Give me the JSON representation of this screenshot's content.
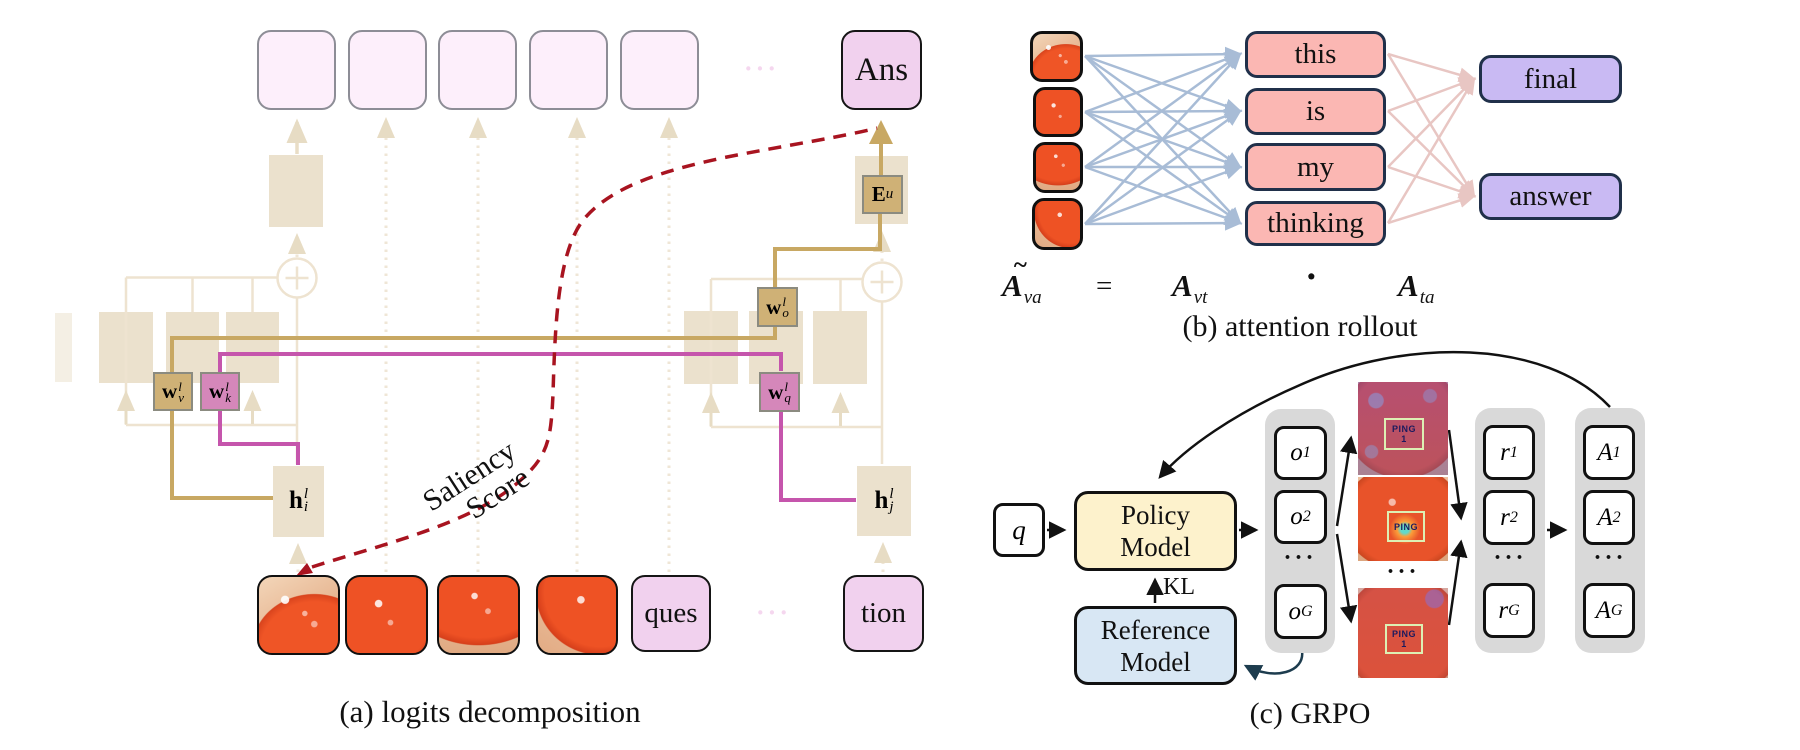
{
  "figure": {
    "panel_a": {
      "caption": "(a) logits decomposition",
      "ans": "Ans",
      "ques": "ques",
      "tion": "tion",
      "dots_top": "···",
      "dots_bottom": "···",
      "saliency_line1": "Saliency",
      "saliency_line2": "Score",
      "wv": {
        "base": "w",
        "sup": "l",
        "sub": "v"
      },
      "wk": {
        "base": "w",
        "sup": "l",
        "sub": "k"
      },
      "wo": {
        "base": "w",
        "sup": "l",
        "sub": "o"
      },
      "wq": {
        "base": "w",
        "sup": "l",
        "sub": "q"
      },
      "eu": {
        "base": "E",
        "sub": "u"
      },
      "hi": {
        "base": "h",
        "sup": "l",
        "sub": "i"
      },
      "hj": {
        "base": "h",
        "sup": "l",
        "sub": "j"
      }
    },
    "panel_b": {
      "caption": "(b) attention rollout",
      "words": [
        "this",
        "is",
        "my",
        "thinking"
      ],
      "outputs": [
        "final",
        "answer"
      ],
      "formula": {
        "lhs_tilde": "~",
        "lhs_base": "A",
        "lhs_sub": "va",
        "equals": "=",
        "term1_base": "A",
        "term1_sub": "vt",
        "dot": "·",
        "term2_base": "A",
        "term2_sub": "ta"
      }
    },
    "panel_c": {
      "caption": "(c) GRPO",
      "query": "q",
      "policy_line1": "Policy",
      "policy_line2": "Model",
      "reference_line1": "Reference",
      "reference_line2": "Model",
      "kl": "KL",
      "o": [
        {
          "base": "o",
          "sub": "1"
        },
        {
          "base": "o",
          "sub": "2"
        },
        {
          "base": "o",
          "sub": "G"
        }
      ],
      "r": [
        {
          "base": "r",
          "sub": "1"
        },
        {
          "base": "r",
          "sub": "2"
        },
        {
          "base": "r",
          "sub": "G"
        }
      ],
      "a": [
        {
          "base": "A",
          "sub": "1"
        },
        {
          "base": "A",
          "sub": "2"
        },
        {
          "base": "A",
          "sub": "G"
        }
      ],
      "dots": "···",
      "ping_text": "PING",
      "ping_number": "1"
    },
    "colors": {
      "tan_line": "#c8a863",
      "pink_line": "#c555ac",
      "red_dashed": "#a81420",
      "beige_fill": "#ebe1cd",
      "beige_line": "#eee3d0",
      "token_pink": "#f1d1ee",
      "topbox_pink": "#fdeffb",
      "word_salmon": "#fbb7b3",
      "output_lavender": "#c9baf3",
      "blue_edge": "#a8bcd6",
      "pink_edge": "#e8c6c3",
      "policy_yellow": "#fdf2cc",
      "reference_blue": "#d8e7f4",
      "container_gray": "#d9d9d9"
    }
  }
}
